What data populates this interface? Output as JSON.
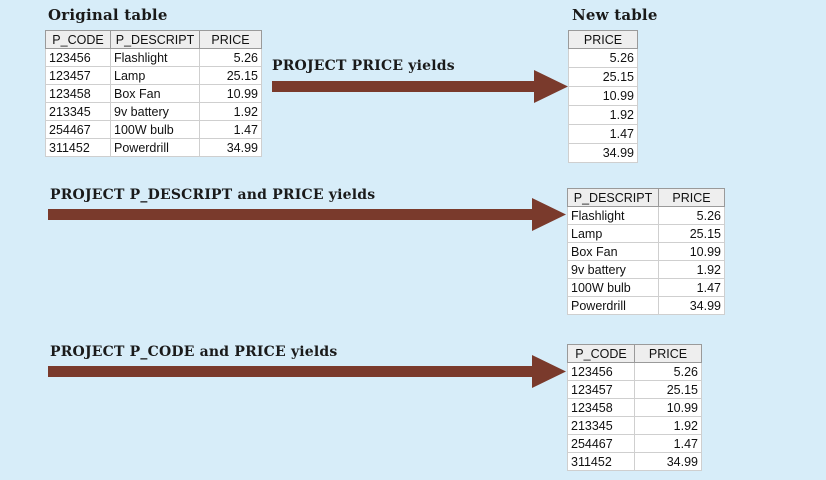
{
  "labels": {
    "original": "Original table",
    "new": "New table",
    "project_price": "PROJECT PRICE yields",
    "project_descript_price": "PROJECT P_DESCRIPT and PRICE yields",
    "project_code_price": "PROJECT P_CODE and PRICE yields"
  },
  "arrow_color": "#7a3a2c",
  "original_table": {
    "headers": [
      "P_CODE",
      "P_DESCRIPT",
      "PRICE"
    ],
    "rows": [
      [
        "123456",
        "Flashlight",
        "5.26"
      ],
      [
        "123457",
        "Lamp",
        "25.15"
      ],
      [
        "123458",
        "Box Fan",
        "10.99"
      ],
      [
        "213345",
        "9v battery",
        "1.92"
      ],
      [
        "254467",
        "100W bulb",
        "1.47"
      ],
      [
        "311452",
        "Powerdrill",
        "34.99"
      ]
    ]
  },
  "price_table": {
    "headers": [
      "PRICE"
    ],
    "rows": [
      [
        "5.26"
      ],
      [
        "25.15"
      ],
      [
        "10.99"
      ],
      [
        "1.92"
      ],
      [
        "1.47"
      ],
      [
        "34.99"
      ]
    ]
  },
  "descript_price_table": {
    "headers": [
      "P_DESCRIPT",
      "PRICE"
    ],
    "rows": [
      [
        "Flashlight",
        "5.26"
      ],
      [
        "Lamp",
        "25.15"
      ],
      [
        "Box Fan",
        "10.99"
      ],
      [
        "9v battery",
        "1.92"
      ],
      [
        "100W bulb",
        "1.47"
      ],
      [
        "Powerdrill",
        "34.99"
      ]
    ]
  },
  "code_price_table": {
    "headers": [
      "P_CODE",
      "PRICE"
    ],
    "rows": [
      [
        "123456",
        "5.26"
      ],
      [
        "123457",
        "25.15"
      ],
      [
        "123458",
        "10.99"
      ],
      [
        "213345",
        "1.92"
      ],
      [
        "254467",
        "1.47"
      ],
      [
        "311452",
        "34.99"
      ]
    ]
  }
}
